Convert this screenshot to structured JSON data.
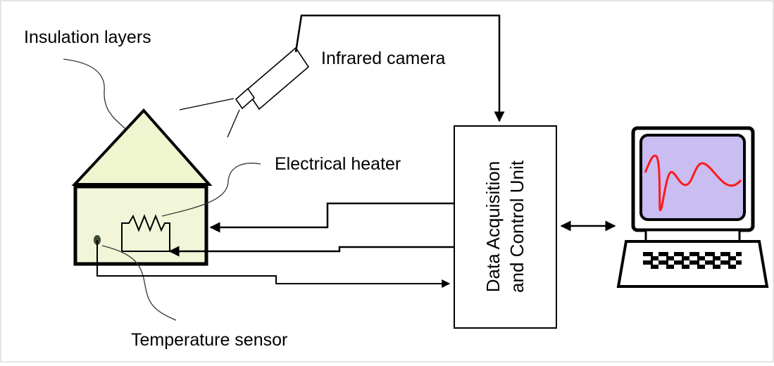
{
  "labels": {
    "insulation": "Insulation layers",
    "camera": "Infrared camera",
    "heater": "Electrical heater",
    "sensor": "Temperature sensor",
    "daq_line1": "Data Acquisition",
    "daq_line2": "and Control Unit"
  },
  "colors": {
    "roof_fill": "#eef5cf",
    "box_fill": "#f1f6d8",
    "screen_fill": "#c9bdf2",
    "trace": "#ff1a1a",
    "sensor_dot": "#3d4a33"
  }
}
